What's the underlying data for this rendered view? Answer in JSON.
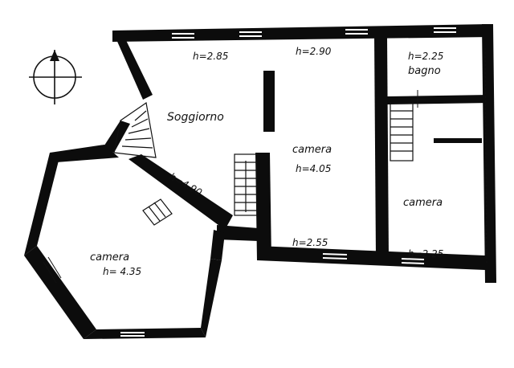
{
  "rooms": {
    "soggiorno": "Soggiorno",
    "bagno": "bagno",
    "camera_center": "camera",
    "camera_right": "camera",
    "camera_left": "camera"
  },
  "heights": {
    "top_left": "h=2.85",
    "top_mid": "h=2.90",
    "bagno": "h=2.25",
    "center": "h=4.05",
    "diagonal": "h=4.90",
    "bottom_mid": "h=2.55",
    "bottom_right": "h=2.25",
    "left_room": "h= 4.35"
  },
  "compass": {
    "type": "north-arrow"
  }
}
